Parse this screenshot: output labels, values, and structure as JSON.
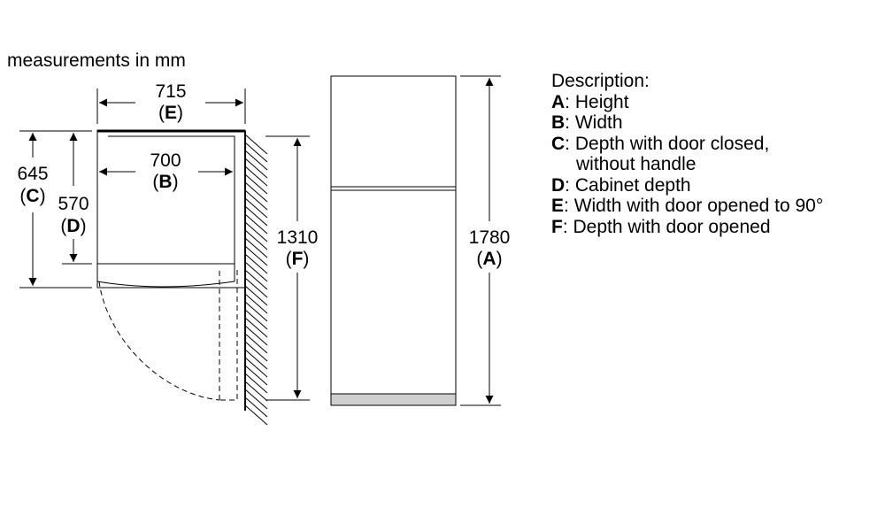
{
  "units_note": "measurements in mm",
  "dimensions": {
    "E": {
      "value": "715",
      "letter": "E"
    },
    "B": {
      "value": "700",
      "letter": "B"
    },
    "C": {
      "value": "645",
      "letter": "C"
    },
    "D": {
      "value": "570",
      "letter": "D"
    },
    "F": {
      "value": "1310",
      "letter": "F"
    },
    "A": {
      "value": "1780",
      "letter": "A"
    }
  },
  "legend": {
    "title": "Description:",
    "items": [
      {
        "key": "A",
        "text": "Height"
      },
      {
        "key": "B",
        "text": "Width"
      },
      {
        "key": "C",
        "text": "Depth with door closed,",
        "continuation": "without handle"
      },
      {
        "key": "D",
        "text": "Cabinet depth"
      },
      {
        "key": "E",
        "text": "Width with door opened to 90°"
      },
      {
        "key": "F",
        "text": "Depth with door opened"
      }
    ]
  }
}
